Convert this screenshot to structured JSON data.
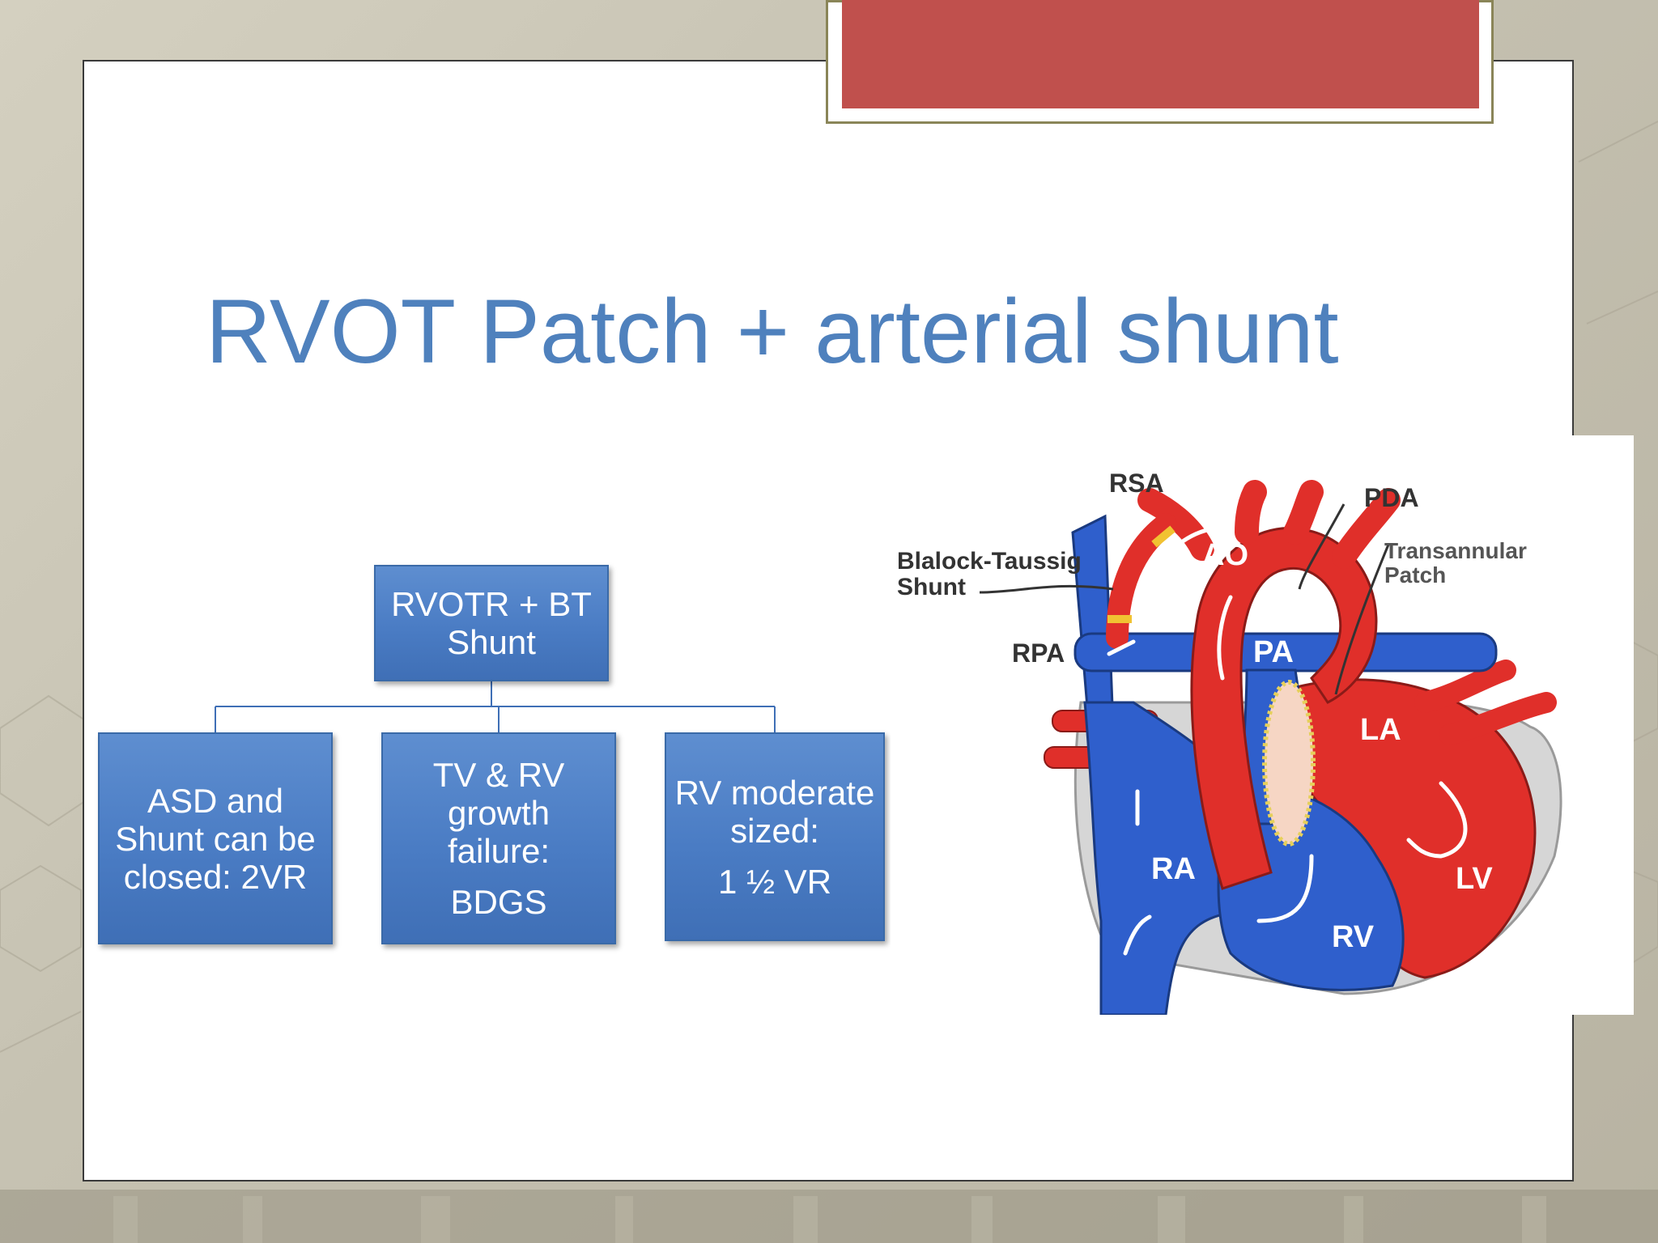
{
  "slide": {
    "title": "RVOT Patch + arterial shunt"
  },
  "org_chart": {
    "root": {
      "lines": [
        "RVOTR + BT",
        "Shunt"
      ]
    },
    "children": [
      {
        "lines": [
          "ASD and",
          "Shunt can be",
          "closed: 2VR"
        ],
        "extra": ""
      },
      {
        "lines": [
          "TV & RV",
          "growth",
          "failure:"
        ],
        "extra": "BDGS"
      },
      {
        "lines": [
          "RV moderate",
          "sized:"
        ],
        "extra": "1 ½ VR"
      }
    ]
  },
  "heart_diagram": {
    "labels": {
      "rsa": "RSA",
      "pda": "PDA",
      "bt_shunt_line1": "Blalock-Taussig",
      "bt_shunt_line2": "Shunt",
      "transannular_line1": "Transannular",
      "transannular_line2": "Patch",
      "ao": "AO",
      "rpa": "RPA",
      "pa": "PA",
      "la": "LA",
      "ra": "RA",
      "lv": "LV",
      "rv": "RV"
    },
    "colors": {
      "oxygenated": "#e02f2a",
      "deoxygenated": "#2f5fcc",
      "patch": "#f6d6c4",
      "pericardium": "#d6d6d6",
      "shunt_band": "#f1c232"
    }
  },
  "theme": {
    "title_color": "#4f81bd",
    "box_color": "#4a7cc4",
    "accent_color": "#c0504d"
  }
}
